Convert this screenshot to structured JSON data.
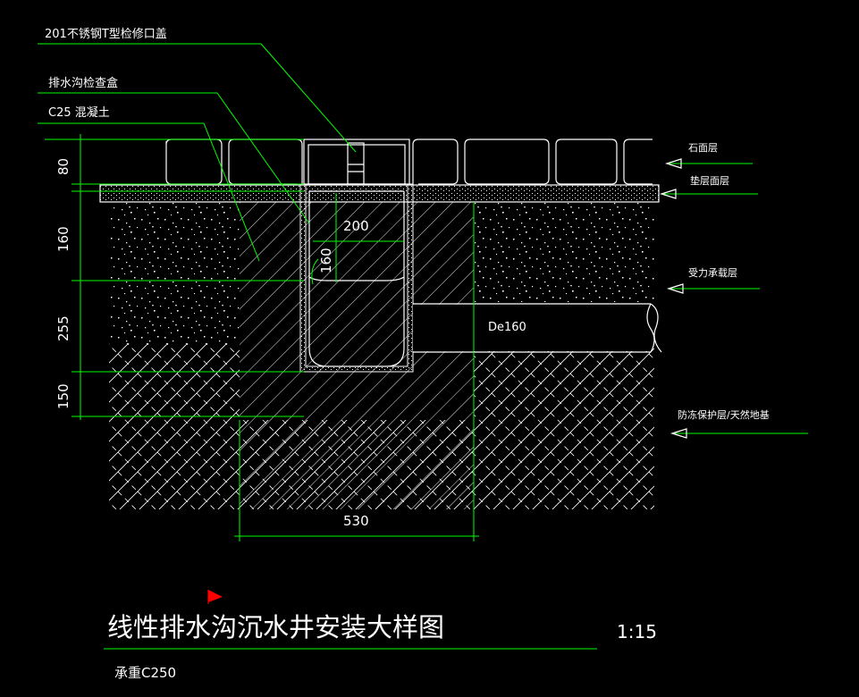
{
  "labels": {
    "cover": "201不锈钢T型检修口盖",
    "box": "排水沟检查盒",
    "concrete": "C25 混凝土",
    "stone_layer": "石面层",
    "cushion_layer": "垫层面层",
    "bearing_layer": "受力承载层",
    "base_layer": "防冻保护层/天然地基",
    "pipe": "De160"
  },
  "dimensions": {
    "d80": "80",
    "d160": "160",
    "d255": "255",
    "d150": "150",
    "d200": "200",
    "d160_inner": "160",
    "d530": "530"
  },
  "title": {
    "main": "线性排水沟沉水井安装大样图",
    "scale": "1:15",
    "load": "承重C250"
  },
  "colors": {
    "background": "#000000",
    "lines": "#ffffff",
    "leaders": "#00ff00",
    "marker": "#ff0000"
  }
}
